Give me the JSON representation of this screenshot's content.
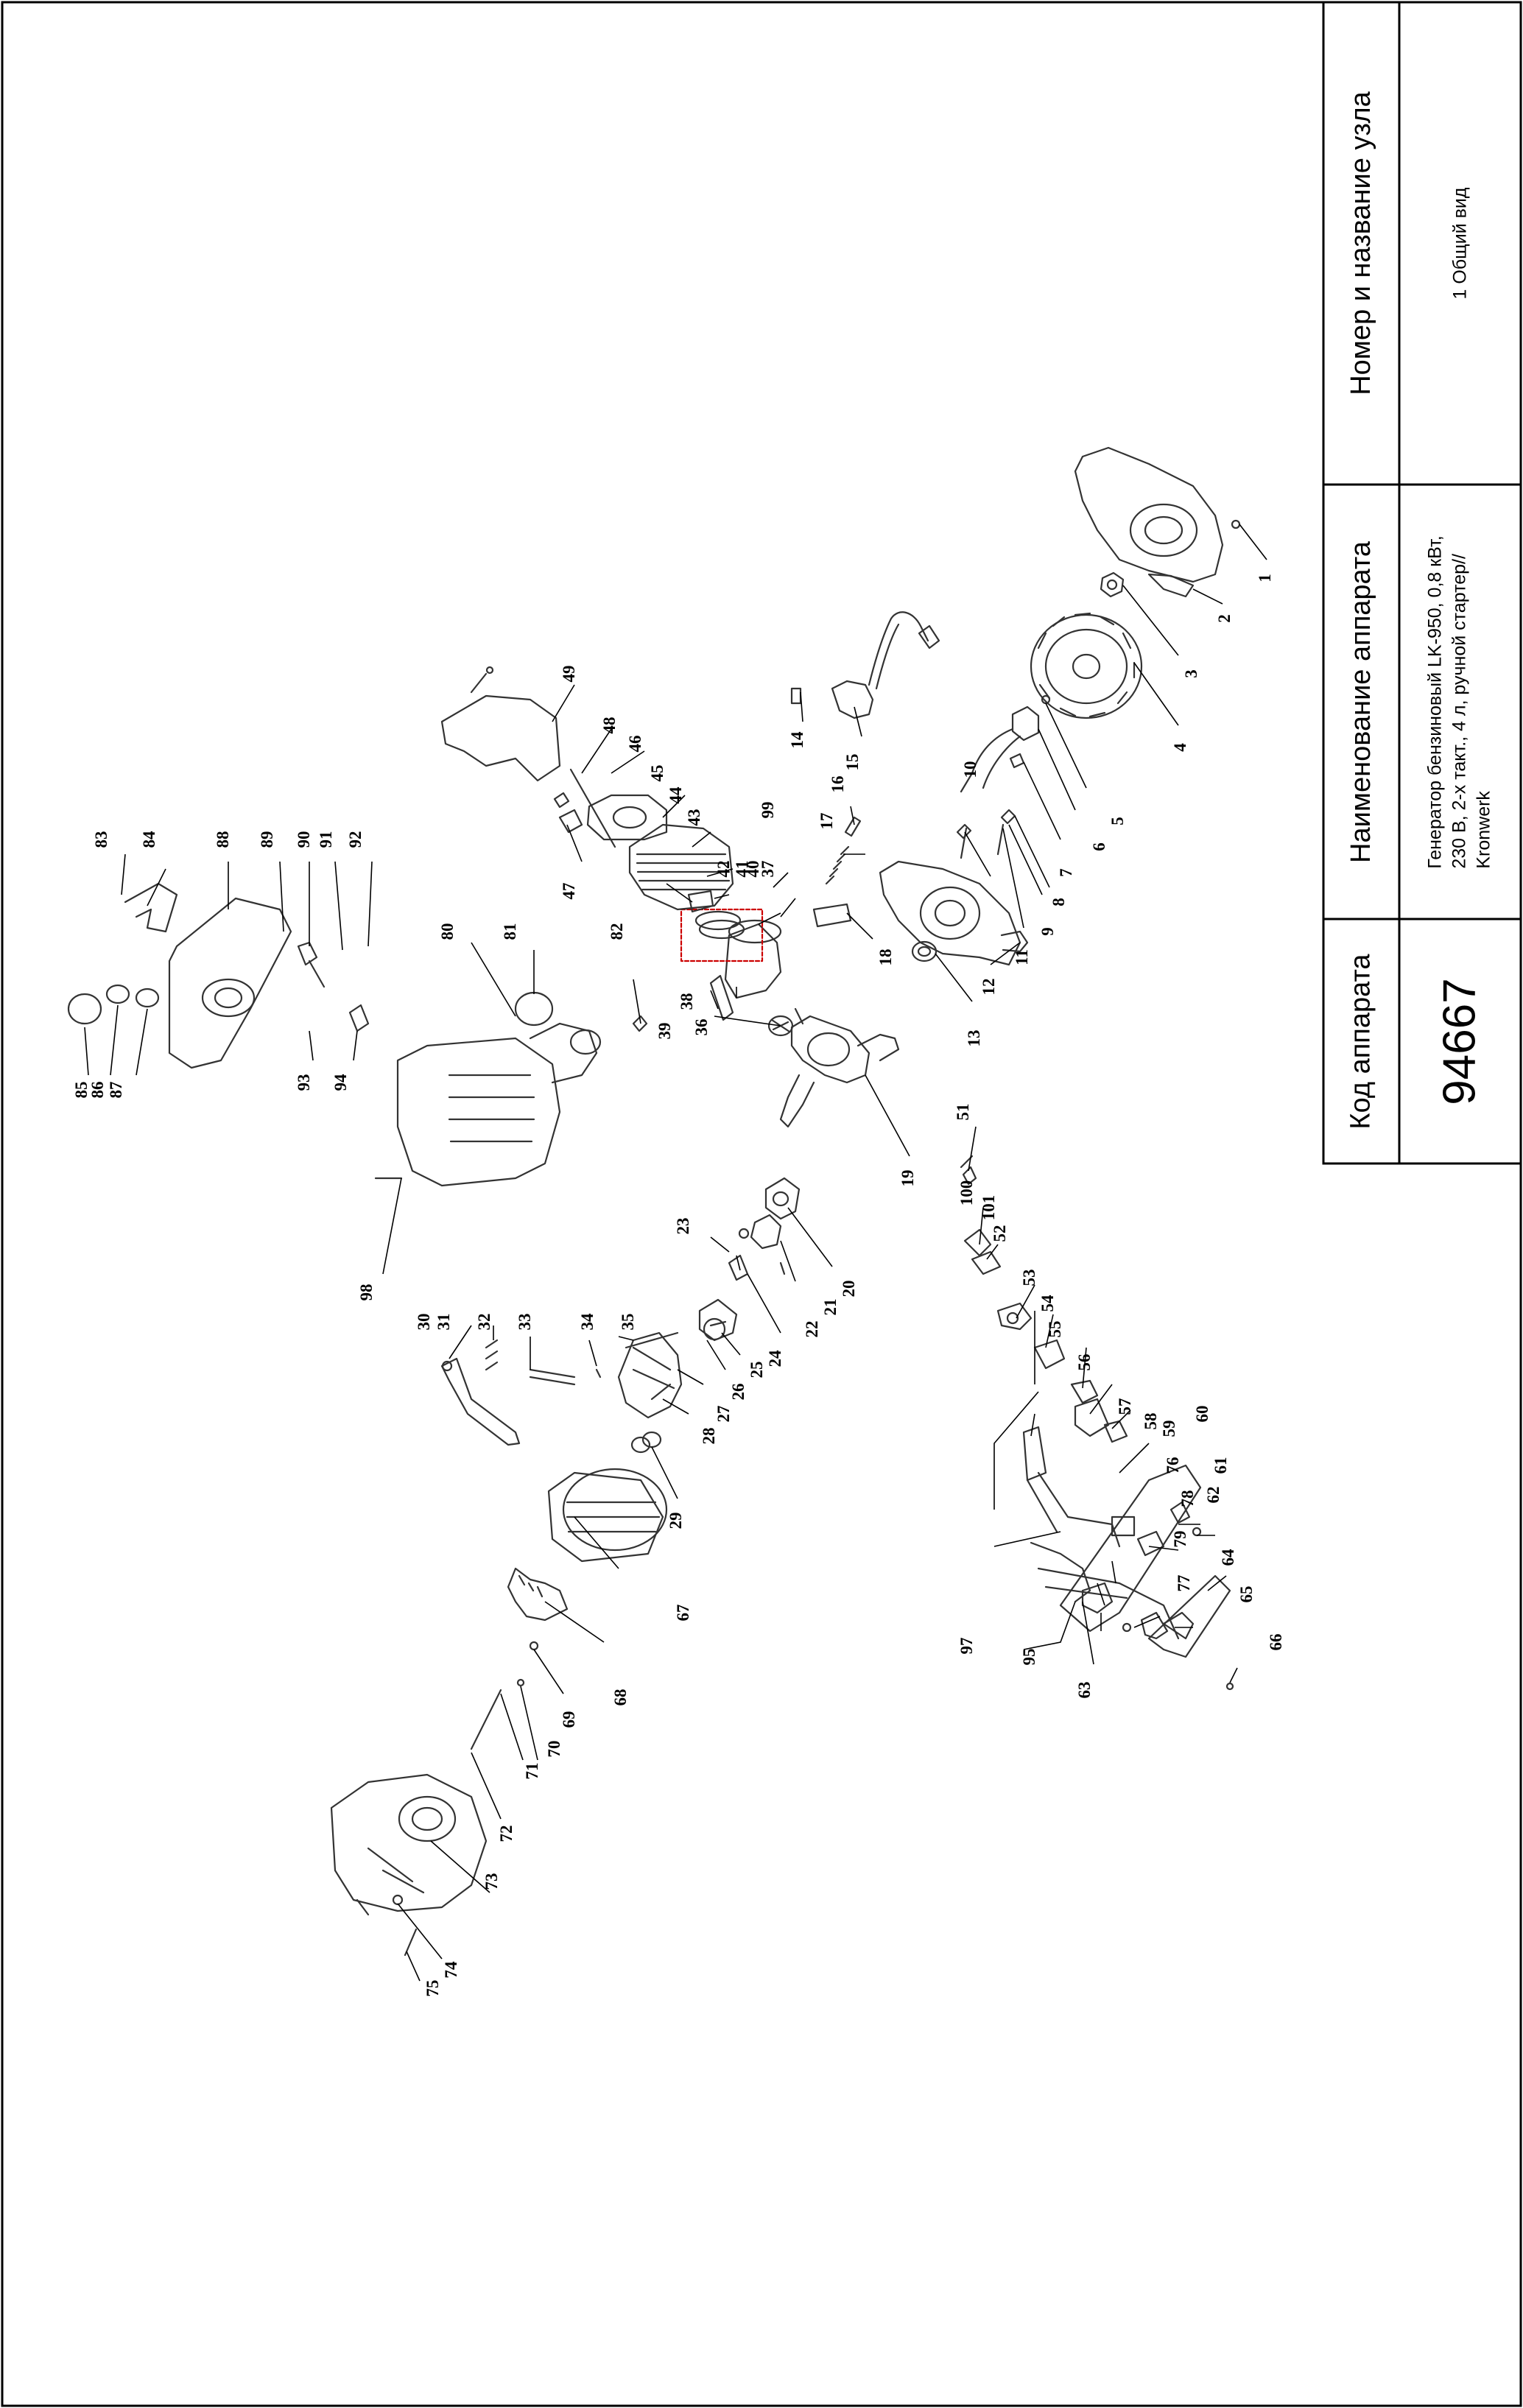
{
  "title_block": {
    "code_header": "Код аппарата",
    "code_value": "94667",
    "name_header": "Наименование аппарата",
    "name_value_lines": [
      "Генератор бензиновый LK-950, 0,8 кВт,",
      "230 В, 2-х такт., 4 л, ручной стартер//",
      "Kronwerk"
    ],
    "unit_header": "Номер и название узла",
    "unit_value": "1 Общий вид"
  },
  "part_numbers": [
    "1",
    "2",
    "3",
    "4",
    "5",
    "6",
    "7",
    "8",
    "9",
    "10",
    "11",
    "12",
    "13",
    "14",
    "15",
    "16",
    "17",
    "18",
    "19",
    "20",
    "21",
    "22",
    "23",
    "24",
    "25",
    "26",
    "27",
    "28",
    "29",
    "30",
    "31",
    "32",
    "33",
    "34",
    "35",
    "36",
    "37",
    "38",
    "39",
    "40",
    "41",
    "42",
    "43",
    "44",
    "45",
    "46",
    "47",
    "48",
    "49",
    "51",
    "52",
    "53",
    "54",
    "55",
    "56",
    "57",
    "58",
    "59",
    "60",
    "61",
    "62",
    "63",
    "64",
    "65",
    "66",
    "67",
    "68",
    "69",
    "70",
    "71",
    "72",
    "73",
    "74",
    "75",
    "76",
    "77",
    "78",
    "79",
    "80",
    "81",
    "82",
    "83",
    "84",
    "85",
    "86",
    "87",
    "88",
    "89",
    "90",
    "91",
    "92",
    "93",
    "94",
    "95",
    "97",
    "98",
    "99",
    "100",
    "101"
  ]
}
